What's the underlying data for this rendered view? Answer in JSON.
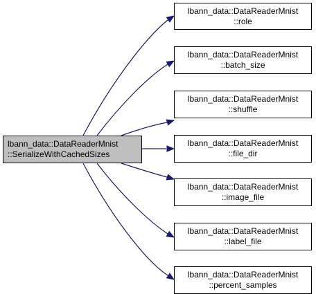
{
  "colors": {
    "edge": "#191970",
    "source_fill": "#bfbfbf",
    "node_fill": "#ffffff",
    "border": "#000000"
  },
  "source": {
    "line1": "lbann_data::DataReaderMnist",
    "line2": "::SerializeWithCachedSizes"
  },
  "targets": [
    {
      "line1": "lbann_data::DataReaderMnist",
      "line2": "::role"
    },
    {
      "line1": "lbann_data::DataReaderMnist",
      "line2": "::batch_size"
    },
    {
      "line1": "lbann_data::DataReaderMnist",
      "line2": "::shuffle"
    },
    {
      "line1": "lbann_data::DataReaderMnist",
      "line2": "::file_dir"
    },
    {
      "line1": "lbann_data::DataReaderMnist",
      "line2": "::image_file"
    },
    {
      "line1": "lbann_data::DataReaderMnist",
      "line2": "::label_file"
    },
    {
      "line1": "lbann_data::DataReaderMnist",
      "line2": "::percent_samples"
    }
  ]
}
